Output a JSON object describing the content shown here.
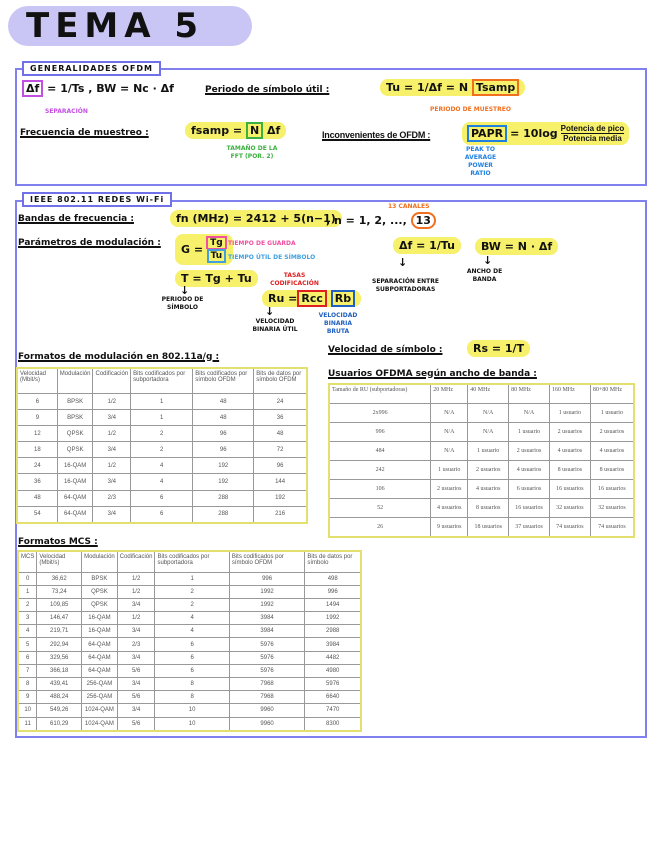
{
  "title": "TEMA 5",
  "s1": {
    "tag": "GENERALIDADES OFDM",
    "df": "Δf",
    "df_eq": "= 1/Ts , BW = Nc · Δf",
    "sep": "SEPARACIÓN",
    "periodo_h": "Periodo de símbolo útil :",
    "tu_eq": "Tu = 1/Δf = N",
    "tsamp": "Tsamp",
    "muestreo": "PERIODO DE MUESTREO",
    "frec_h": "Frecuencia de muestreo :",
    "fsamp": "fsamp =",
    "n": "N",
    "fsamp_df": "Δf",
    "fft": "TAMAÑO DE LA FFT (por. 2)",
    "inc_h": "Inconvenientes de OFDM :",
    "papr": "PAPR",
    "papr_eq": "= 10log",
    "pico": "Potencia de pico",
    "media": "Potencia media",
    "papr_desc": "PEAK TO AVERAGE POWER RATIO"
  },
  "s2": {
    "tag": "IEEE 802.11 REDES Wi-Fi",
    "bandas_h": "Bandas de frecuencia :",
    "bandas_eq": "fn (MHz) = 2412 + 5(n−1)",
    "n_range": ", n = 1, 2, ..., ",
    "n13": "13",
    "canales": "13 canales",
    "param_h": "Parámetros de modulación :",
    "g": "G =",
    "tg": "Tg",
    "tu": "Tu",
    "guarda": "TIEMPO DE GUARDA",
    "util": "TIEMPO ÚTIL DE SÍMBOLO",
    "t_eq": "T = Tg + Tu",
    "periodo": "PERIODO DE SÍMBOLO",
    "tasas": "TASAS CODIFICACIÓN",
    "ru": "Ru =",
    "rcc": "Rcc",
    "rb": "Rb",
    "vu": "VELOCIDAD BINARIA ÚTIL",
    "vb": "VELOCIDAD BINARIA BRUTA",
    "df_eq": "Δf = 1/Tu",
    "sep": "SEPARACIÓN ENTRE SUBPORTADORAS",
    "bw_eq": "BW = N · Δf",
    "ancho": "ANCHO DE BANDA",
    "vel_h": "Velocidad de símbolo :",
    "rs_eq": "Rs = 1/T",
    "usu_h": "Usuarios OFDMA según ancho de banda :",
    "fmt_h": "Formatos de modulación en 802.11a/g :",
    "mcs_h": "Formatos MCS :"
  },
  "t1": {
    "headers": [
      "Velocidad (Mbit/s)",
      "Modulación",
      "Codificación",
      "Bits codificados por subportadora",
      "Bits codificados por símbolo OFDM",
      "Bits de datos por símbolo OFDM"
    ],
    "rows": [
      [
        "6",
        "BPSK",
        "1/2",
        "1",
        "48",
        "24"
      ],
      [
        "9",
        "BPSK",
        "3/4",
        "1",
        "48",
        "36"
      ],
      [
        "12",
        "QPSK",
        "1/2",
        "2",
        "96",
        "48"
      ],
      [
        "18",
        "QPSK",
        "3/4",
        "2",
        "96",
        "72"
      ],
      [
        "24",
        "16-QAM",
        "1/2",
        "4",
        "192",
        "96"
      ],
      [
        "36",
        "16-QAM",
        "3/4",
        "4",
        "192",
        "144"
      ],
      [
        "48",
        "64-QAM",
        "2/3",
        "6",
        "288",
        "192"
      ],
      [
        "54",
        "64-QAM",
        "3/4",
        "6",
        "288",
        "216"
      ]
    ]
  },
  "t2": {
    "headers": [
      "Tamaño de RU (subportadoras)",
      "20 MHz",
      "40 MHz",
      "80 MHz",
      "160 MHz",
      "80+80 MHz"
    ],
    "rows": [
      [
        "2x996",
        "N/A",
        "N/A",
        "N/A",
        "1 usuario",
        "1 usuario"
      ],
      [
        "996",
        "N/A",
        "N/A",
        "1 usuario",
        "2 usuarios",
        "2 usuarios"
      ],
      [
        "484",
        "N/A",
        "1 usuario",
        "2 usuarios",
        "4 usuarios",
        "4 usuarios"
      ],
      [
        "242",
        "1 usuario",
        "2 usuarios",
        "4 usuarios",
        "8 usuarios",
        "8 usuarios"
      ],
      [
        "106",
        "2 usuarios",
        "4 usuarios",
        "6 usuarios",
        "16 usuarios",
        "16 usuarios"
      ],
      [
        "52",
        "4 usuarios",
        "8 usuarios",
        "16 usuarios",
        "32 usuarios",
        "32 usuarios"
      ],
      [
        "26",
        "9 usuarios",
        "18 usuarios",
        "37 usuarios",
        "74 usuarios",
        "74 usuarios"
      ]
    ]
  },
  "t3": {
    "headers": [
      "MCS",
      "Velocidad (Mbit/s)",
      "Modulación",
      "Codificación",
      "Bits codificados por subportadora",
      "Bits codificados por símbolo OFDM",
      "Bits de datos por símbolo"
    ],
    "rows": [
      [
        "0",
        "36,62",
        "BPSK",
        "1/2",
        "1",
        "996",
        "498"
      ],
      [
        "1",
        "73,24",
        "QPSK",
        "1/2",
        "2",
        "1992",
        "996"
      ],
      [
        "2",
        "109,85",
        "QPSK",
        "3/4",
        "2",
        "1992",
        "1494"
      ],
      [
        "3",
        "146,47",
        "16-QAM",
        "1/2",
        "4",
        "3984",
        "1992"
      ],
      [
        "4",
        "219,71",
        "16-QAM",
        "3/4",
        "4",
        "3984",
        "2988"
      ],
      [
        "5",
        "292,94",
        "64-QAM",
        "2/3",
        "6",
        "5976",
        "3984"
      ],
      [
        "6",
        "329,56",
        "64-QAM",
        "3/4",
        "6",
        "5976",
        "4482"
      ],
      [
        "7",
        "366,18",
        "64-QAM",
        "5/6",
        "6",
        "5976",
        "4980"
      ],
      [
        "8",
        "439,41",
        "256-QAM",
        "3/4",
        "8",
        "7968",
        "5976"
      ],
      [
        "9",
        "488,24",
        "256-QAM",
        "5/6",
        "8",
        "7968",
        "6640"
      ],
      [
        "10",
        "549,26",
        "1024-QAM",
        "3/4",
        "10",
        "9960",
        "7470"
      ],
      [
        "11",
        "610,29",
        "1024-QAM",
        "5/6",
        "10",
        "9960",
        "8300"
      ]
    ]
  }
}
